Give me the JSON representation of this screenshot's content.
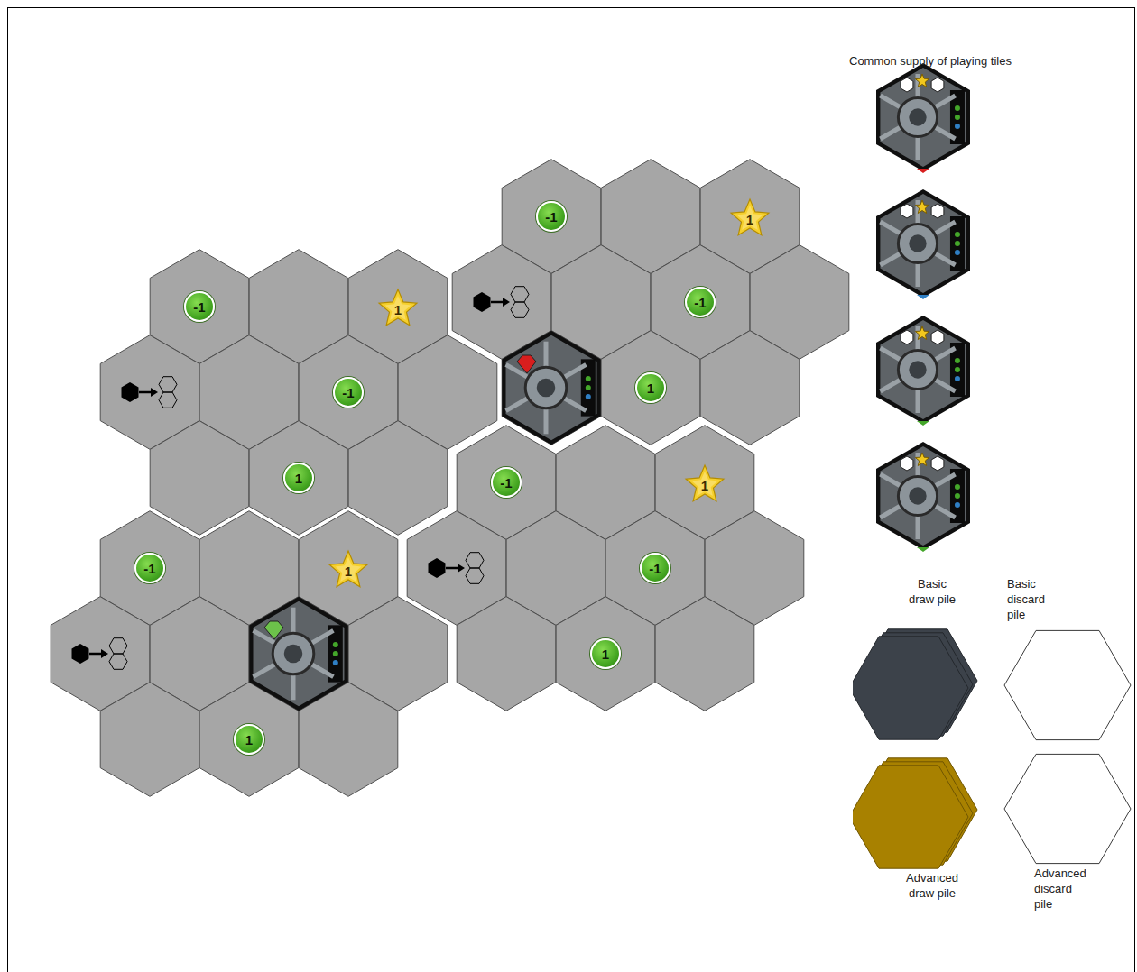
{
  "diagram": {
    "nodes": [
      {
        "text": [
          "-1"
        ]
      },
      {
        "text": [
          "1"
        ]
      },
      {
        "text": [
          "-1"
        ]
      },
      {
        "text": [
          "1"
        ]
      },
      {
        "text": [
          "-1"
        ]
      },
      {
        "text": [
          "1"
        ]
      },
      {
        "text": [
          "-1"
        ]
      },
      {
        "text": [
          "1"
        ]
      },
      {
        "text": [
          "-1"
        ]
      },
      {
        "text": [
          "1"
        ]
      },
      {
        "text": [
          "-1"
        ]
      },
      {
        "text": [
          "1"
        ]
      },
      {
        "text": [
          "-1"
        ]
      },
      {
        "text": [
          "1"
        ]
      },
      {
        "text": [
          "1"
        ]
      },
      {
        "text": [
          "Basic draw pile"
        ]
      },
      {
        "text": [
          "Basic discard pile"
        ]
      },
      {
        "text": [
          "Advanced draw pile"
        ]
      },
      {
        "text": [
          "Advanced discard pile"
        ]
      }
    ],
    "labels": [
      "Common supply of playing tiles"
    ]
  }
}
